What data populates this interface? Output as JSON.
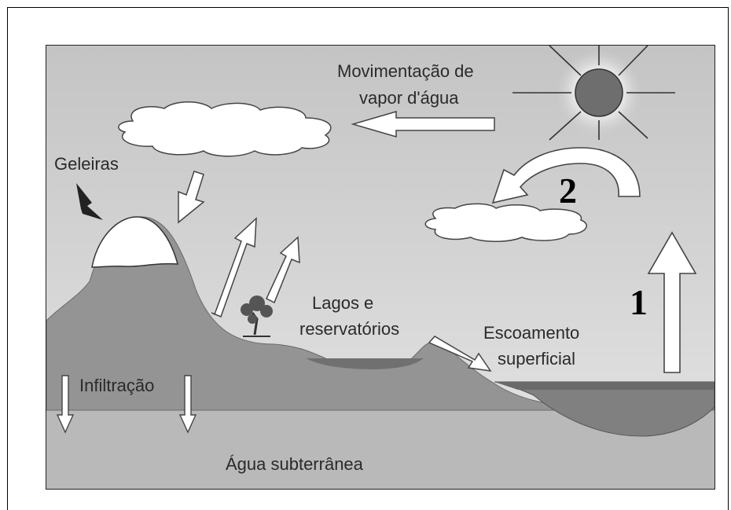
{
  "labels": {
    "vapor_line1": "Movimentação de",
    "vapor_line2": "vapor d'água",
    "geleiras": "Geleiras",
    "lagos_line1": "Lagos e",
    "lagos_line2": "reservatórios",
    "escoamento_line1": "Escoamento",
    "escoamento_line2": "superficial",
    "infiltracao": "Infiltração",
    "agua_subterranea": "Água subterrânea",
    "marker_1": "1",
    "marker_2": "2"
  },
  "colors": {
    "sky": "#c9c9c9",
    "ground": "#939393",
    "water": "#6f6f6f",
    "underground": "#b8b8b8",
    "sun": "#6e6e6e"
  },
  "icons": [
    "sun-icon",
    "cloud-icon",
    "tree-icon",
    "arrow-icon"
  ]
}
